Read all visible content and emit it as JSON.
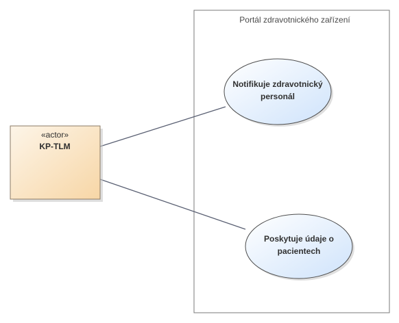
{
  "system": {
    "title": "Portál zdravotnického zařízení"
  },
  "actor": {
    "stereotype": "«actor»",
    "name": "KP-TLM"
  },
  "use_cases": [
    {
      "line1": "Notifikuje zdravotnický",
      "line2": "personál"
    },
    {
      "line1": "Poskytuje údaje o",
      "line2": "pacientech"
    }
  ],
  "colors": {
    "actor_fill_start": "#fdf5e8",
    "actor_fill_end": "#f7d6a6",
    "actor_border": "#8a7a66",
    "usecase_fill_start": "#ffffff",
    "usecase_fill_end": "#cfe3fb",
    "usecase_border": "#4c4c4c",
    "connector": "#5a6073",
    "system_border": "#7a7a7a"
  }
}
